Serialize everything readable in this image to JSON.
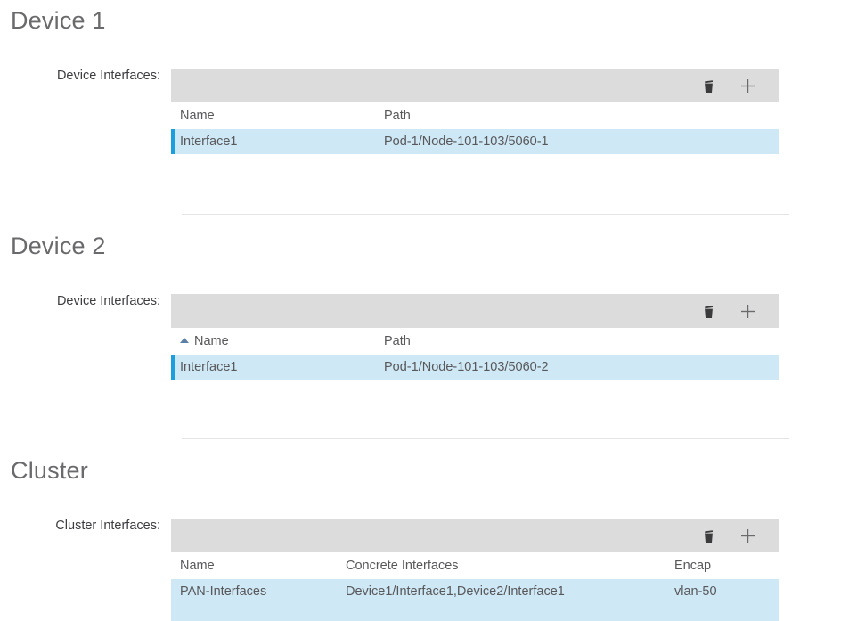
{
  "sections": [
    {
      "title": "Device 1",
      "field_label": "Device Interfaces:",
      "toolbar": {
        "delete_icon": "trash-icon",
        "add_icon": "plus-icon"
      },
      "columns": [
        "Name",
        "Path"
      ],
      "sorted_column": null,
      "rows": [
        {
          "name": "Interface1",
          "path": "Pod-1/Node-101-103/5060-1"
        }
      ]
    },
    {
      "title": "Device 2",
      "field_label": "Device Interfaces:",
      "toolbar": {
        "delete_icon": "trash-icon",
        "add_icon": "plus-icon"
      },
      "columns": [
        "Name",
        "Path"
      ],
      "sorted_column": "Name",
      "sort_direction": "ascending",
      "rows": [
        {
          "name": "Interface1",
          "path": "Pod-1/Node-101-103/5060-2"
        }
      ]
    },
    {
      "title": "Cluster",
      "field_label": "Cluster Interfaces:",
      "toolbar": {
        "delete_icon": "trash-icon",
        "add_icon": "plus-icon"
      },
      "columns": [
        "Name",
        "Concrete Interfaces",
        "Encap"
      ],
      "sorted_column": null,
      "rows": [
        {
          "name": "PAN-Interfaces",
          "concrete_interfaces": "Device1/Interface1,Device2/Interface1",
          "encap": "vlan-50"
        }
      ]
    }
  ],
  "colors": {
    "toolbar_gray": "#dcdcdc",
    "selected_row_blue": "#cfe8f5",
    "row_accent_blue": "#1ba0dd",
    "heading_gray": "#6a6a6d",
    "text_gray": "#58585b",
    "divider_gray": "#e3e3e3",
    "sort_arrow_blue": "#5b7fa6"
  }
}
